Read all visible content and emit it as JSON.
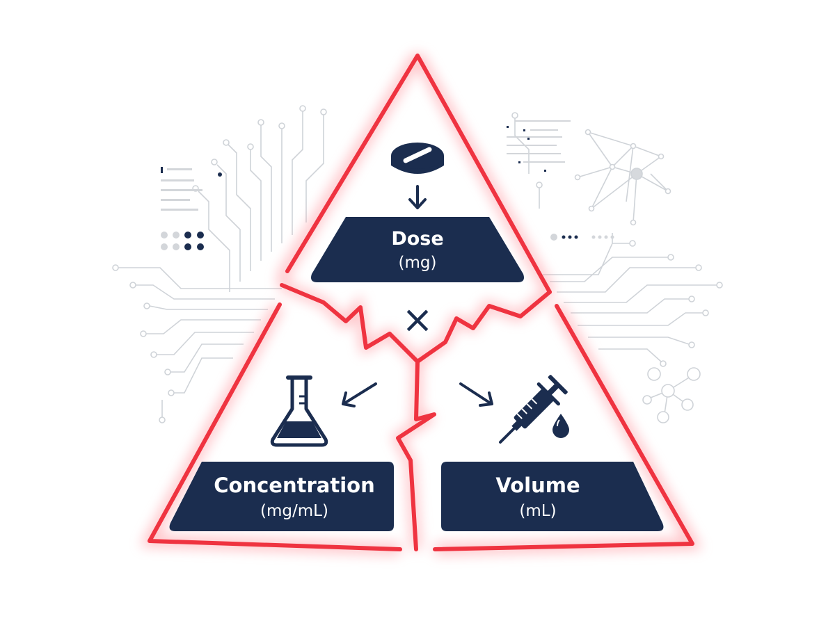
{
  "diagram": {
    "nodes": {
      "dose": {
        "title": "Dose",
        "unit": "(mg)"
      },
      "concentration": {
        "title": "Concentration",
        "unit": "(mg/mL)"
      },
      "volume": {
        "title": "Volume",
        "unit": "(mL)"
      }
    },
    "operator_symbol": "×",
    "icons": {
      "dose": "pill-tablet-icon",
      "concentration": "erlenmeyer-flask-icon",
      "volume": "syringe-drop-icon"
    },
    "colors": {
      "triangle": "#ef3340",
      "glow": "#ff8d96",
      "box": "#1b2d4f",
      "ink": "#1b2d4f",
      "circuit": "#cfd3d8"
    }
  }
}
